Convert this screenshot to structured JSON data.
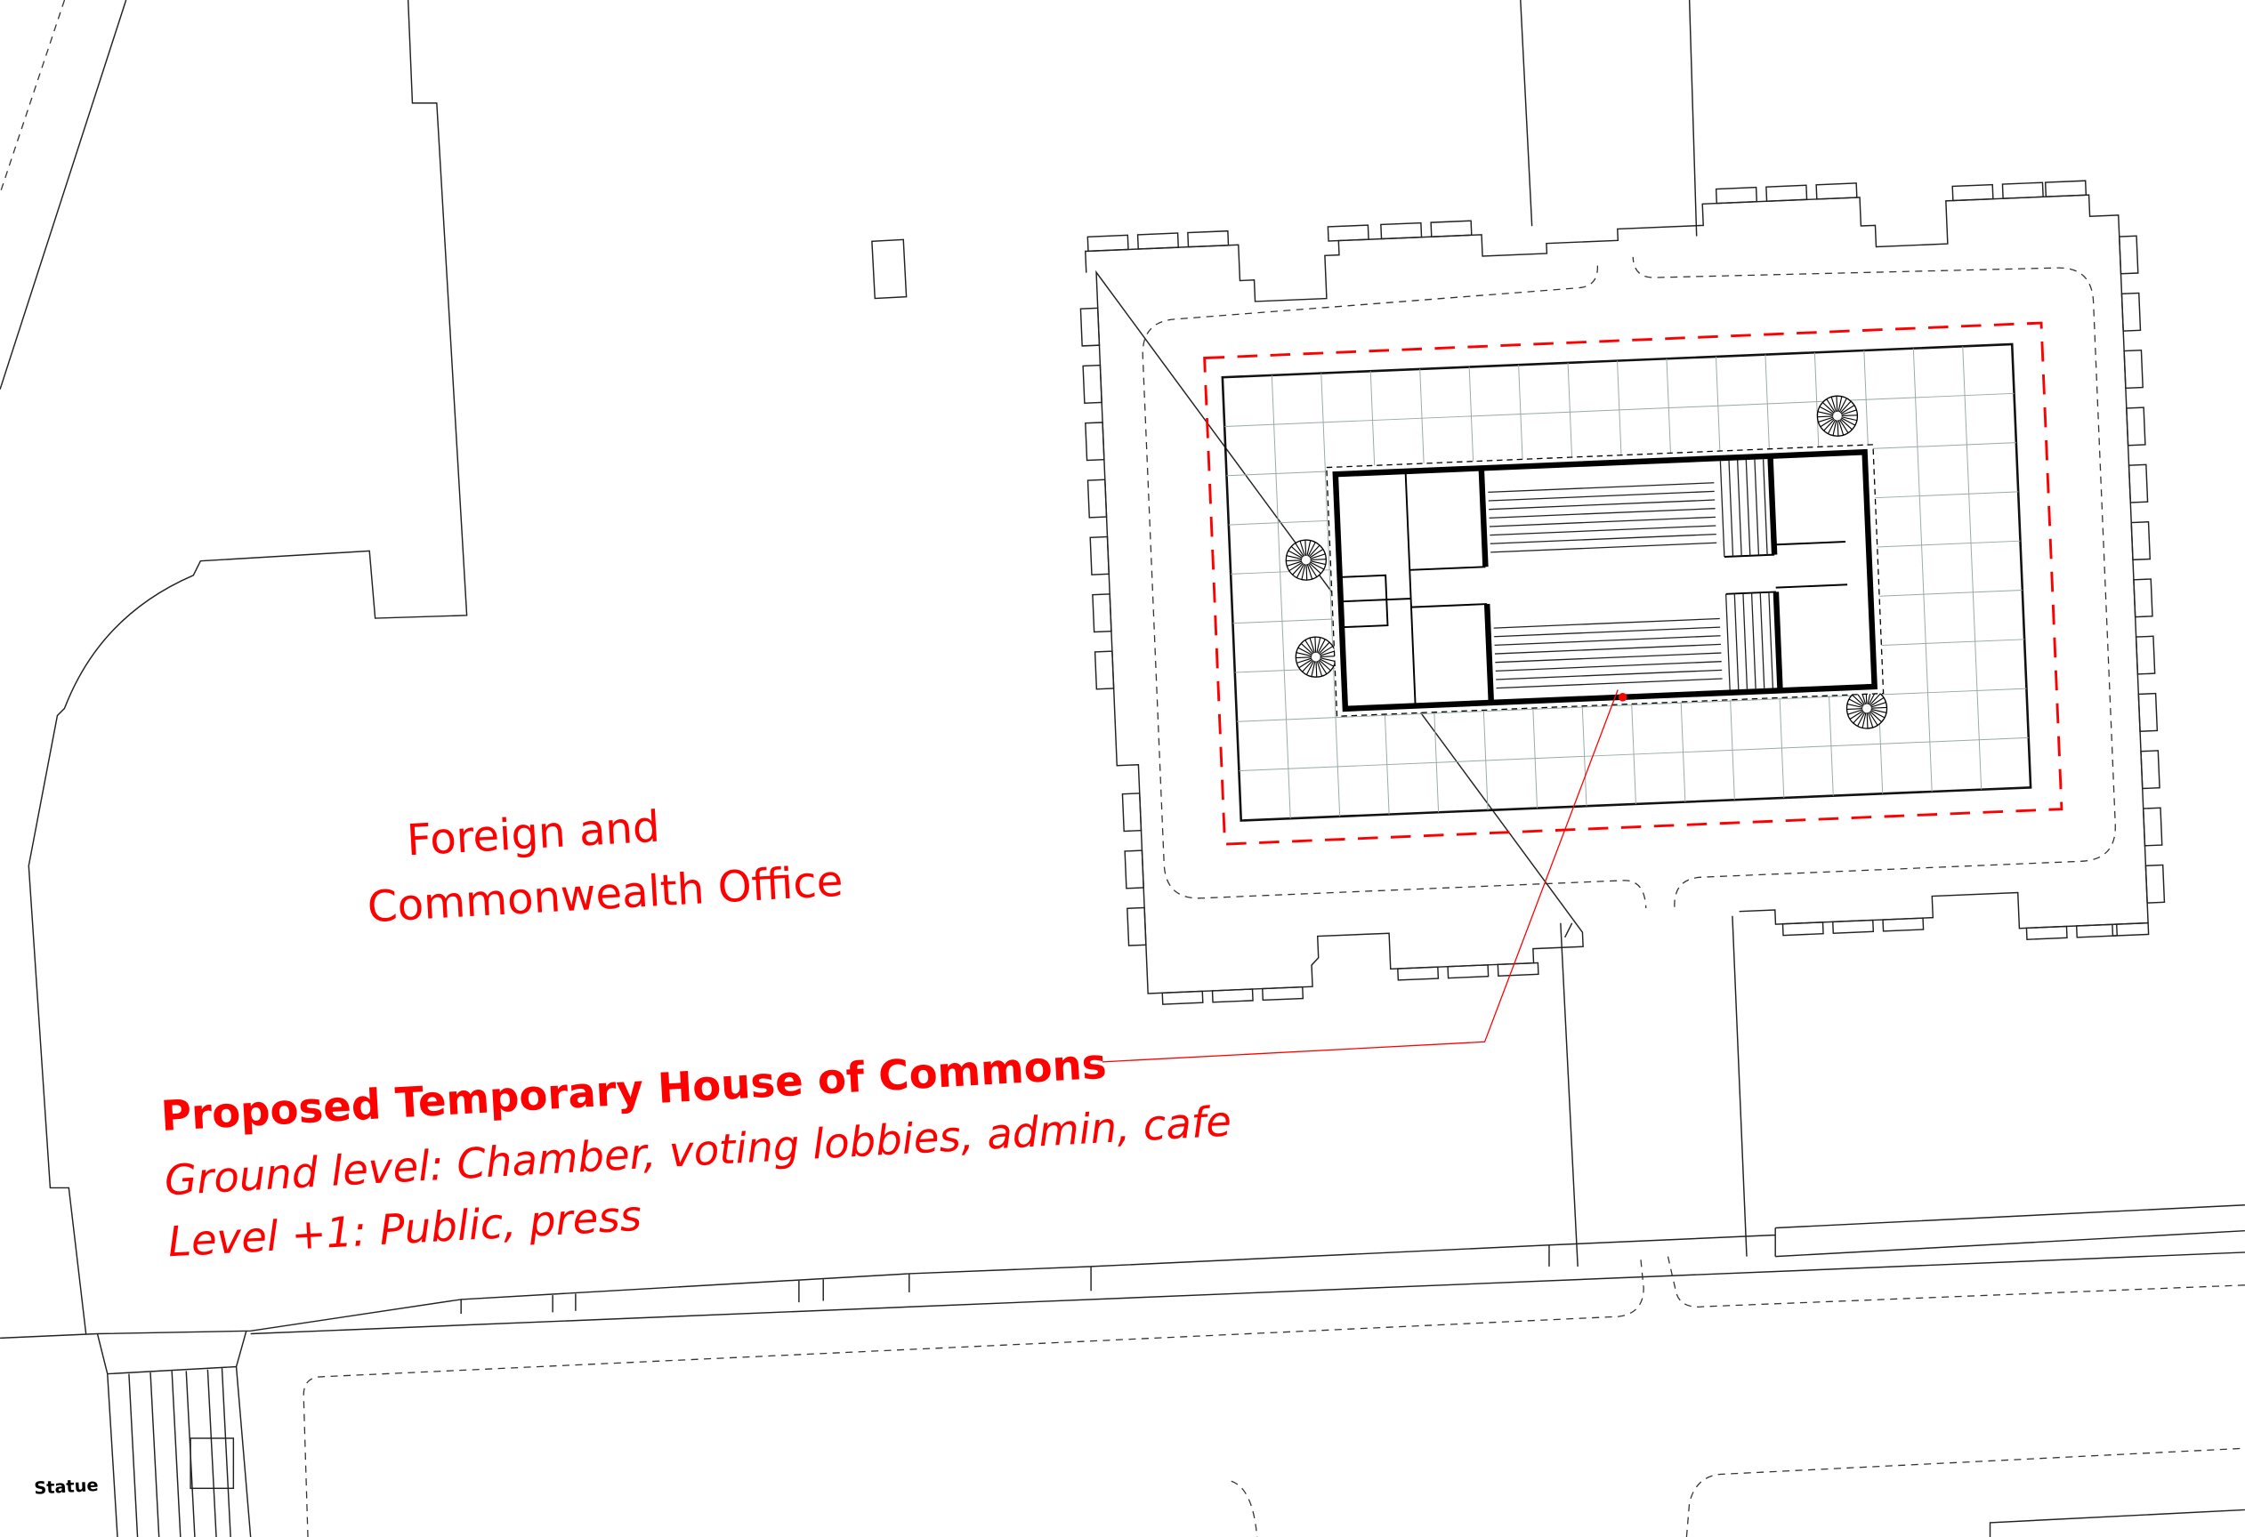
{
  "labels": {
    "fco_line1": "Foreign and",
    "fco_line2": "Commonwealth Office",
    "proposal_title": "Proposed Temporary House of Commons",
    "proposal_line1": "Ground level: Chamber, voting lobbies, admin, cafe",
    "proposal_line2": "Level +1: Public, press",
    "statue": "Statue"
  },
  "colors": {
    "annotation": "#ff0000",
    "linework": "#222222",
    "grid": "#9aa8a8"
  }
}
